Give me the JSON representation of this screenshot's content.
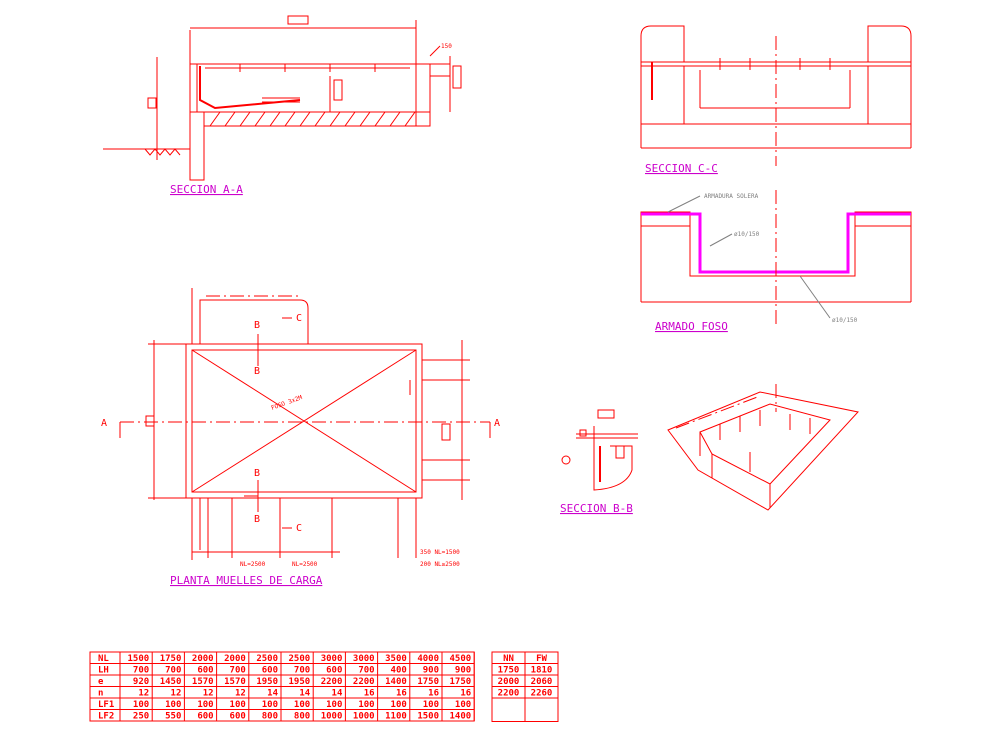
{
  "titles": {
    "section_aa": "SECCION A-A",
    "section_cc": "SECCION C-C",
    "armado_foso": "ARMADO FOSO",
    "section_bb": "SECCION B-B",
    "planta": "PLANTA MUELLES DE CARGA"
  },
  "notes": {
    "armadura_solera": "ARMADURA SOLERA",
    "rebar_1": "ø10/150",
    "rebar_2": "ø10/150",
    "plan_note_1": "350 NL=1500",
    "plan_note_2": "200 NL≥2500",
    "dim_nl1": "NL=2500",
    "dim_nl2": "NL=2500",
    "foso_label": "FOSO 3x2M"
  },
  "markers": {
    "A_left": "A",
    "A_right": "A",
    "B_top_1": "B",
    "B_top_2": "B",
    "B_bot_1": "B",
    "B_bot_2": "B",
    "C_top": "C",
    "C_bot": "C"
  },
  "table1": {
    "rows": [
      {
        "label": "NL",
        "values": [
          "1500",
          "1750",
          "2000",
          "2000",
          "2500",
          "2500",
          "3000",
          "3000",
          "3500",
          "4000",
          "4500"
        ]
      },
      {
        "label": "LH",
        "values": [
          "700",
          "700",
          "600",
          "700",
          "600",
          "700",
          "600",
          "700",
          "400",
          "900",
          "900"
        ]
      },
      {
        "label": "e",
        "values": [
          "920",
          "1450",
          "1570",
          "1570",
          "1950",
          "1950",
          "2200",
          "2200",
          "1400",
          "1750",
          "1750"
        ]
      },
      {
        "label": "n",
        "values": [
          "12",
          "12",
          "12",
          "12",
          "14",
          "14",
          "14",
          "16",
          "16",
          "16",
          "16"
        ]
      },
      {
        "label": "LF1",
        "values": [
          "100",
          "100",
          "100",
          "100",
          "100",
          "100",
          "100",
          "100",
          "100",
          "100",
          "100"
        ]
      },
      {
        "label": "LF2",
        "values": [
          "250",
          "550",
          "600",
          "600",
          "800",
          "800",
          "1000",
          "1000",
          "1100",
          "1500",
          "1400"
        ]
      }
    ]
  },
  "table2": {
    "headers": [
      "NN",
      "FW"
    ],
    "rows": [
      [
        "1750",
        "1810"
      ],
      [
        "2000",
        "2060"
      ],
      [
        "2200",
        "2260"
      ],
      [
        "",
        ""
      ]
    ]
  }
}
